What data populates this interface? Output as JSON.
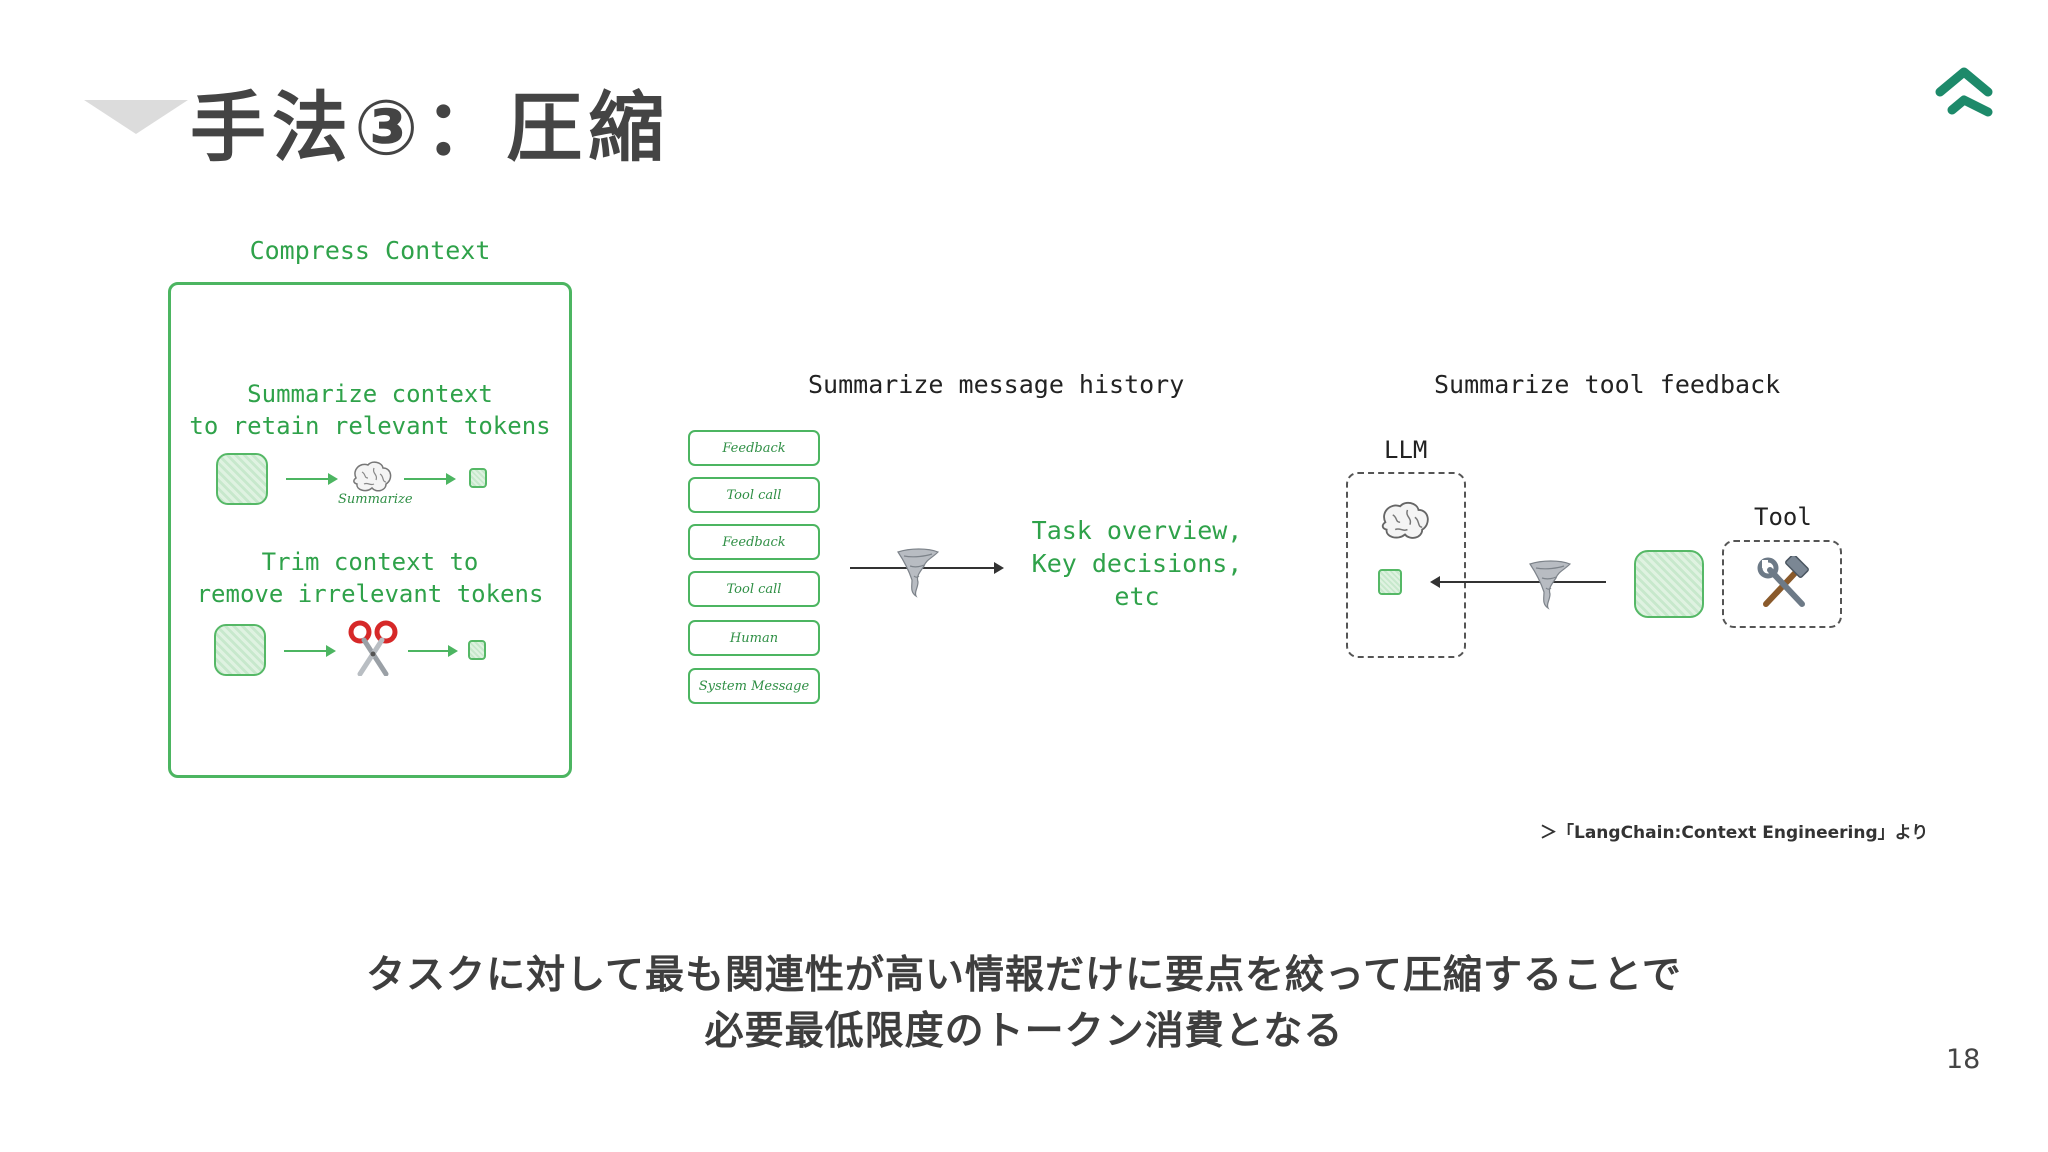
{
  "slide": {
    "title": "手法③：圧縮",
    "page_number": "18",
    "caption": "＞「LangChain:Context Engineering」より",
    "bottom_line1": "タスクに対して最も関連性が高い情報だけに要点を絞って圧縮することで",
    "bottom_line2": "必要最低限度のトークン消費となる"
  },
  "compress_context": {
    "title": "Compress Context",
    "summarize_line1": "Summarize context",
    "summarize_line2": "to retain relevant tokens",
    "summarize_label": "Summarize",
    "trim_line1": "Trim context to",
    "trim_line2": "remove irrelevant tokens"
  },
  "message_history": {
    "title": "Summarize message history",
    "messages": [
      "Feedback",
      "Tool call",
      "Feedback",
      "Tool call",
      "Human",
      "System Message"
    ],
    "summary_line1": "Task overview,",
    "summary_line2": "Key decisions,",
    "summary_line3": "etc"
  },
  "tool_feedback": {
    "title": "Summarize tool feedback",
    "llm_label": "LLM",
    "tool_label": "Tool"
  },
  "colors": {
    "accent_green": "#4cb561",
    "logo_green": "#1d8a6a"
  },
  "icons": [
    "brain-icon",
    "scissors-icon",
    "tornado-icon",
    "hammer-wrench-icon",
    "logo-icon"
  ]
}
